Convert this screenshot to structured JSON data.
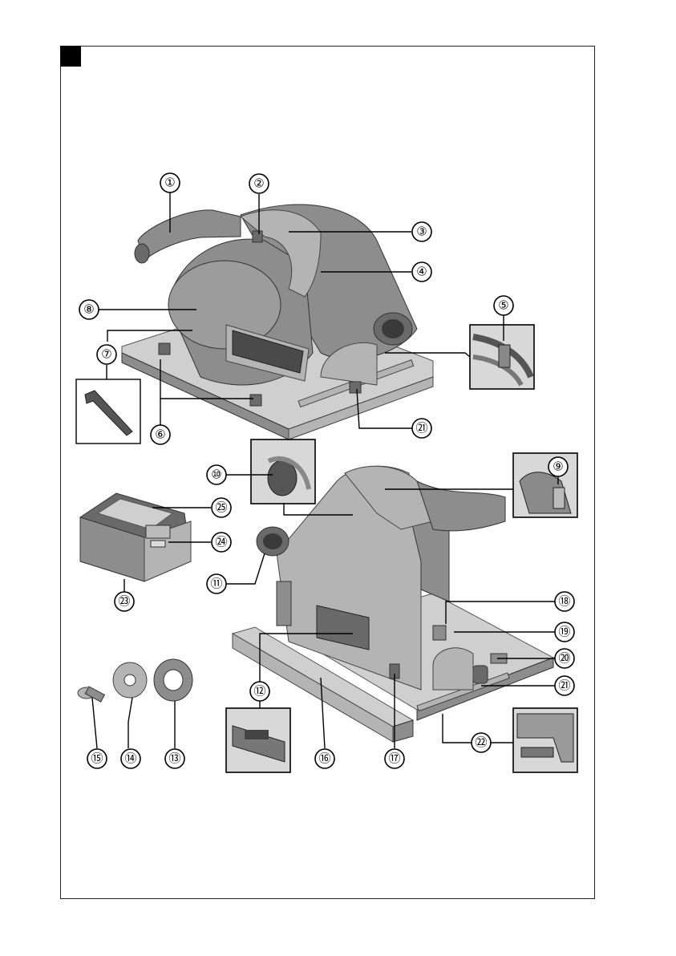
{
  "page": {
    "background": "#ffffff",
    "frame_color": "#222222",
    "corner_marker_color": "#000000"
  },
  "callouts": [
    {
      "id": "1",
      "label": "①"
    },
    {
      "id": "2",
      "label": "②"
    },
    {
      "id": "3",
      "label": "③"
    },
    {
      "id": "4",
      "label": "④"
    },
    {
      "id": "5",
      "label": "⑤"
    },
    {
      "id": "6",
      "label": "⑥"
    },
    {
      "id": "7",
      "label": "⑦"
    },
    {
      "id": "8",
      "label": "⑧"
    },
    {
      "id": "9",
      "label": "⑨"
    },
    {
      "id": "10",
      "label": "⑩"
    },
    {
      "id": "11",
      "label": "⑪"
    },
    {
      "id": "12",
      "label": "⑫"
    },
    {
      "id": "13",
      "label": "⑬"
    },
    {
      "id": "14",
      "label": "⑭"
    },
    {
      "id": "15",
      "label": "⑮"
    },
    {
      "id": "16",
      "label": "⑯"
    },
    {
      "id": "17",
      "label": "⑰"
    },
    {
      "id": "18",
      "label": "⑱"
    },
    {
      "id": "19",
      "label": "⑲"
    },
    {
      "id": "20",
      "label": "⑳"
    },
    {
      "id": "21a",
      "label": "㉑"
    },
    {
      "id": "21b",
      "label": "㉑"
    },
    {
      "id": "22",
      "label": "㉒"
    },
    {
      "id": "23",
      "label": "㉓"
    },
    {
      "id": "24",
      "label": "㉔"
    },
    {
      "id": "25",
      "label": "㉕"
    }
  ],
  "illustrations": [
    {
      "name": "circular-saw-top-view",
      "icon": "circular-saw-icon"
    },
    {
      "name": "circular-saw-side-view",
      "icon": "plunge-saw-icon"
    },
    {
      "name": "battery-pack",
      "icon": "battery-icon"
    },
    {
      "name": "hex-key",
      "icon": "allen-key-icon"
    },
    {
      "name": "clamping-screw",
      "icon": "screw-icon"
    },
    {
      "name": "outer-flange",
      "icon": "flange-icon"
    },
    {
      "name": "inner-flange",
      "icon": "flange-icon"
    },
    {
      "name": "guide-rail",
      "icon": "rail-icon"
    }
  ]
}
